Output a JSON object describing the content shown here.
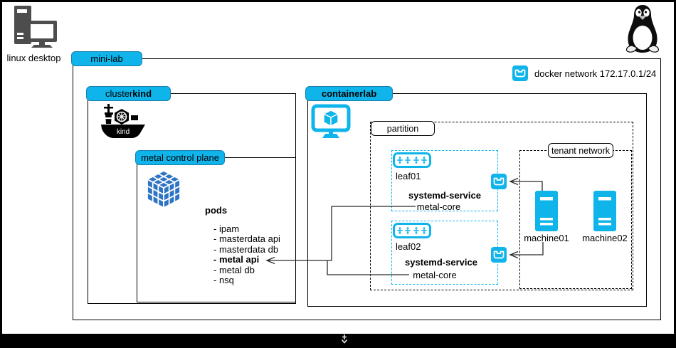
{
  "colors": {
    "accent": "#0fb4ea",
    "cube_blue": "#2e74c4",
    "icon_gray": "#4d4d4d"
  },
  "desktop": {
    "label": "linux desktop"
  },
  "mini_lab": {
    "label": "mini-lab"
  },
  "cluster": {
    "label_prefix": "cluster ",
    "label_bold": "kind",
    "kind_logo_text": "kind",
    "control_plane": {
      "label": "metal control plane",
      "pods_title": "pods",
      "pods": [
        {
          "text": "- ipam",
          "bold": false
        },
        {
          "text": "- masterdata api",
          "bold": false
        },
        {
          "text": "- masterdata db",
          "bold": false
        },
        {
          "text": "- metal api",
          "bold": true
        },
        {
          "text": "- metal db",
          "bold": false
        },
        {
          "text": "- nsq",
          "bold": false
        }
      ]
    }
  },
  "containerlab": {
    "label": "containerlab",
    "docker_network": "docker network 172.17.0.1/24",
    "partition": {
      "label": "partition",
      "leaves": [
        {
          "name": "leaf01",
          "service_title": "systemd-service",
          "service": "metal-core"
        },
        {
          "name": "leaf02",
          "service_title": "systemd-service",
          "service": "metal-core"
        }
      ],
      "tenant_network": {
        "label": "tenant network",
        "machines": [
          {
            "name": "machine01"
          },
          {
            "name": "machine02"
          }
        ]
      }
    }
  }
}
